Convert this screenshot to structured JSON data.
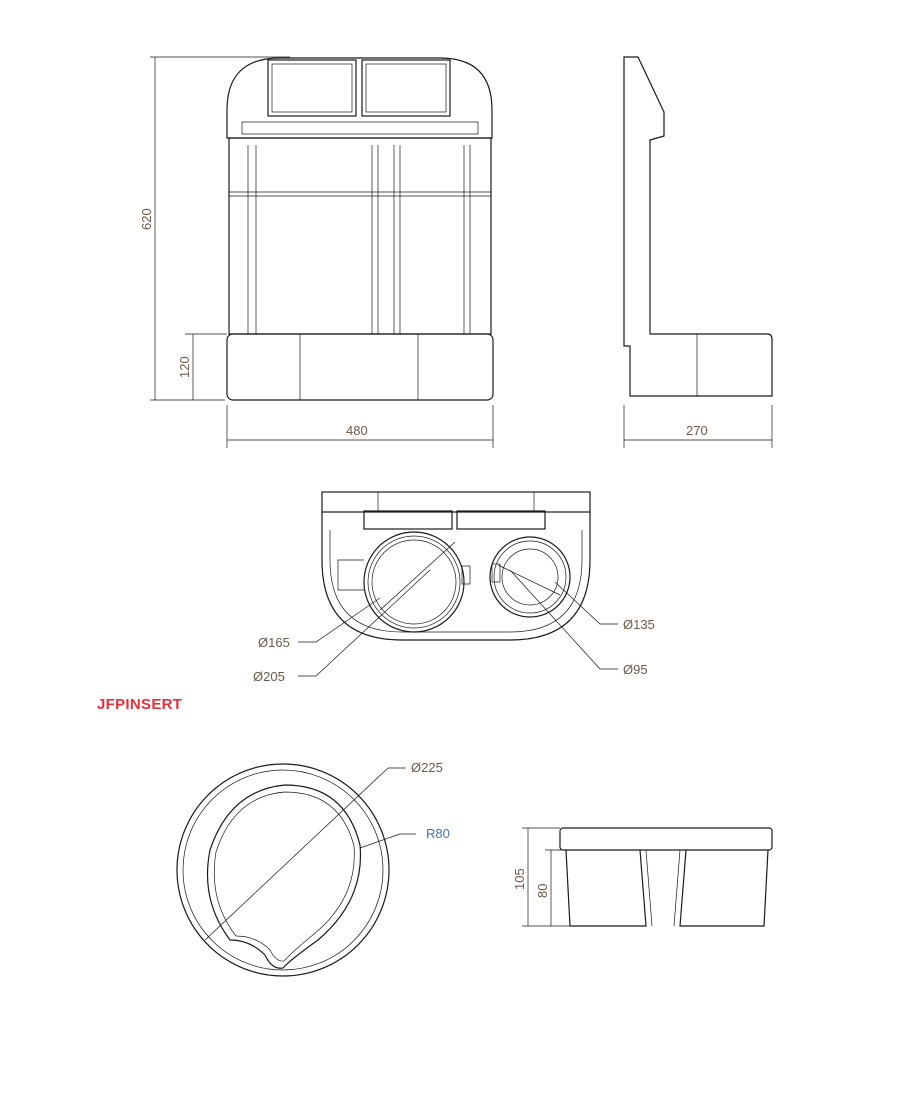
{
  "front_view": {
    "height_label": "620",
    "base_height_label": "120",
    "width_label": "480"
  },
  "side_view": {
    "depth_label": "270"
  },
  "top_view": {
    "d165": "Ø165",
    "d205": "Ø205",
    "d135": "Ø135",
    "d95": "Ø95"
  },
  "insert": {
    "title": "JFPINSERT",
    "d225": "Ø225",
    "r80": "R80",
    "h105": "105",
    "h80": "80"
  },
  "colors": {
    "accent": "#e8303a",
    "dimension_text": "#6b5a4a",
    "radius_text": "#4a6fa5"
  }
}
